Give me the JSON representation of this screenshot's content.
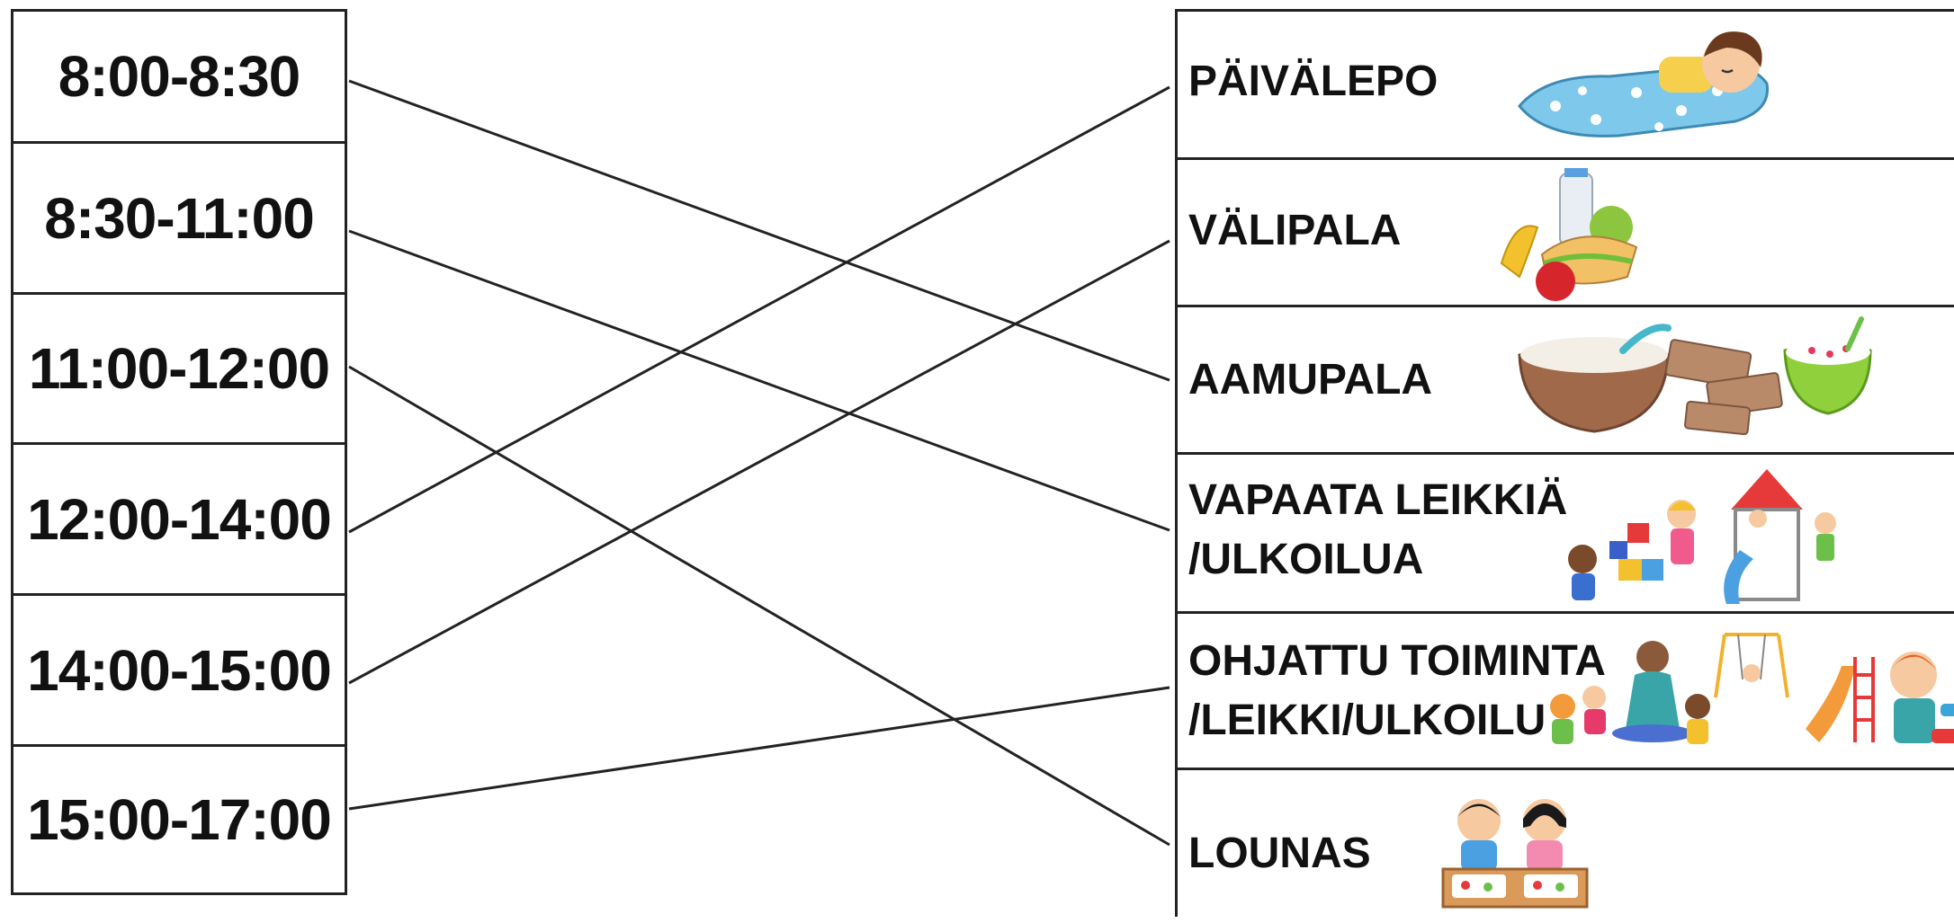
{
  "times": [
    "8:00-8:30",
    "8:30-11:00",
    "11:00-12:00",
    "12:00-14:00",
    "14:00-15:00",
    "15:00-17:00"
  ],
  "activities": [
    {
      "label": "PÄIVÄLEPO",
      "icon": "sleeping-child-icon"
    },
    {
      "label": "VÄLIPALA",
      "icon": "snack-icon"
    },
    {
      "label": "AAMUPALA",
      "icon": "breakfast-icon"
    },
    {
      "label": "VAPAATA LEIKKIÄ\n/ULKOILUA",
      "icon": "free-play-icon"
    },
    {
      "label": "OHJATTU TOIMINTA\n/LEIKKI/ULKOILU",
      "icon": "guided-activity-icon"
    },
    {
      "label": "LOUNAS",
      "icon": "lunch-icon"
    }
  ],
  "connections": [
    {
      "time": "8:00-8:30",
      "activity": "AAMUPALA"
    },
    {
      "time": "8:30-11:00",
      "activity": "VAPAATA LEIKKIÄ /ULKOILUA"
    },
    {
      "time": "11:00-12:00",
      "activity": "LOUNAS"
    },
    {
      "time": "12:00-14:00",
      "activity": "PÄIVÄLEPO"
    },
    {
      "time": "14:00-15:00",
      "activity": "VÄLIPALA"
    },
    {
      "time": "15:00-17:00",
      "activity": "OHJATTU TOIMINTA /LEIKKI/ULKOILU"
    }
  ]
}
